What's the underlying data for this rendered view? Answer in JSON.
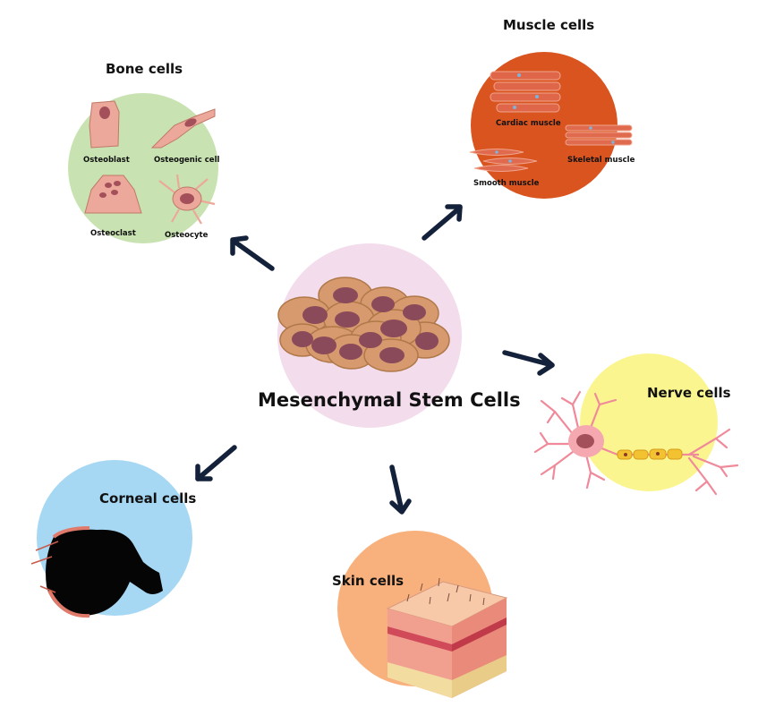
{
  "title": "Mesenchymal Stem Cells",
  "bone": {
    "label": "Bone cells",
    "osteoblast": "Osteoblast",
    "osteogenic": "Osteogenic cell",
    "osteoclast": "Osteoclast",
    "osteocyte": "Osteocyte"
  },
  "muscle": {
    "label": "Muscle cells",
    "cardiac": "Cardiac muscle",
    "skeletal": "Skeletal muscle",
    "smooth": "Smooth muscle"
  },
  "nerve": {
    "label": "Nerve cells"
  },
  "corneal": {
    "label": "Corneal cells"
  },
  "skin": {
    "label": "Skin cells"
  },
  "colors": {
    "center": "#f3dcec",
    "bone": "#c8e3b1",
    "muscle": "#d9541f",
    "nerve": "#fbf590",
    "corneal": "#a6d8f4",
    "skin": "#f8b07c",
    "arrow": "#14213a",
    "cell": "#d69a6e",
    "nucleus": "#8b4a5a"
  }
}
